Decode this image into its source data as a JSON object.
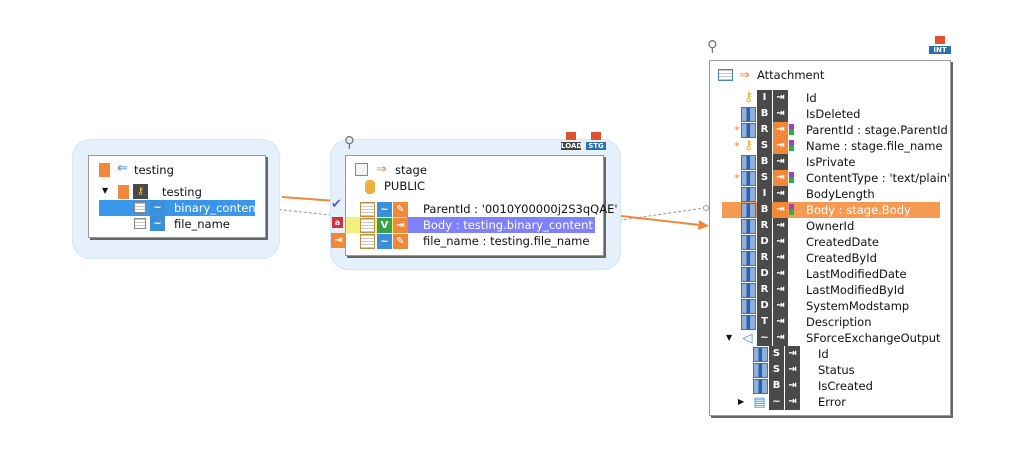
{
  "source": {
    "title": "testing",
    "node": "testing",
    "fields": [
      {
        "name": "binary_content",
        "selected": true
      },
      {
        "name": "file_name",
        "selected": false
      }
    ]
  },
  "stage": {
    "title": "stage",
    "schema": "PUBLIC",
    "badges": [
      "LOAD",
      "STG"
    ],
    "fields": [
      {
        "label": "ParentId : '0010Y00000j2S3qQAE'",
        "type": "~",
        "selected": false
      },
      {
        "label": "Body : testing.binary_content",
        "type": "V",
        "selected": true
      },
      {
        "label": "file_name : testing.file_name",
        "type": "~",
        "selected": false
      }
    ]
  },
  "target": {
    "title": "Attachment",
    "badge": "INT",
    "fields": [
      {
        "label": "Id",
        "type": "I",
        "key": true
      },
      {
        "label": "IsDeleted",
        "type": "B"
      },
      {
        "label": "ParentId : stage.ParentId",
        "type": "R",
        "required": true,
        "mapped": true
      },
      {
        "label": "Name : stage.file_name",
        "type": "S",
        "required": true,
        "mapped": true,
        "key": true
      },
      {
        "label": "IsPrivate",
        "type": "B"
      },
      {
        "label": "ContentType : 'text/plain'",
        "type": "S",
        "required": true,
        "mapped": true
      },
      {
        "label": "BodyLength",
        "type": "I"
      },
      {
        "label": "Body : stage.Body",
        "type": "B",
        "mapped": true,
        "selected": true
      },
      {
        "label": "OwnerId",
        "type": "R"
      },
      {
        "label": "CreatedDate",
        "type": "D"
      },
      {
        "label": "CreatedById",
        "type": "R"
      },
      {
        "label": "LastModifiedDate",
        "type": "D"
      },
      {
        "label": "LastModifiedById",
        "type": "R"
      },
      {
        "label": "SystemModstamp",
        "type": "D"
      },
      {
        "label": "Description",
        "type": "T"
      },
      {
        "label": "SForceExchangeOutput",
        "type": "~",
        "group": true,
        "expanded": true
      },
      {
        "label": "Id",
        "type": "S",
        "child": true
      },
      {
        "label": "Status",
        "type": "S",
        "child": true
      },
      {
        "label": "IsCreated",
        "type": "B",
        "child": true
      },
      {
        "label": "Error",
        "type": "~",
        "child": true,
        "group": true,
        "expanded": false
      }
    ]
  },
  "colors": {
    "selection_blue": "#3a96e8",
    "selection_purple": "#8080f8",
    "selection_orange": "#f59a55",
    "connector_orange": "#f0883a",
    "group_bg": "#e6f0fb"
  }
}
